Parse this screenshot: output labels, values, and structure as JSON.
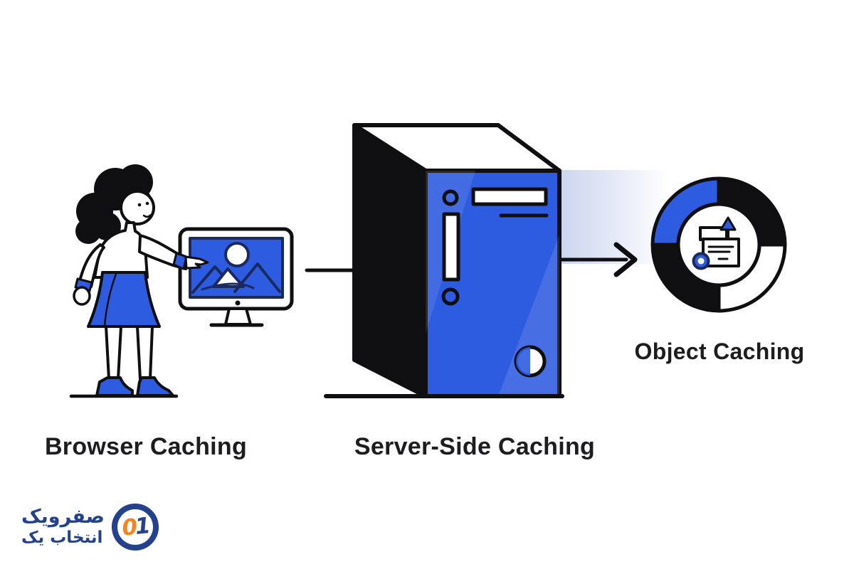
{
  "diagram": {
    "type": "flow",
    "direction": "left-to-right",
    "nodes": [
      {
        "id": "browser-caching",
        "label": "Browser Caching",
        "illustration": "woman-pointing-at-monitor-with-image"
      },
      {
        "id": "server-side-caching",
        "label": "Server-Side Caching",
        "illustration": "server-tower"
      },
      {
        "id": "object-caching",
        "label": "Object Caching",
        "illustration": "ring-with-document-upload-icon"
      }
    ],
    "edges": [
      {
        "from": "browser-caching",
        "to": "server-side-caching",
        "style": "plain-line"
      },
      {
        "from": "server-side-caching",
        "to": "object-caching",
        "style": "arrow"
      }
    ]
  },
  "logo": {
    "line1": "صفرویک",
    "line2": "انتخاب یک",
    "badge_zero": "0",
    "badge_one": "1"
  },
  "colors": {
    "blue": "#2e5ce0",
    "blue-light": "#4d79ef",
    "ink": "#0f0f12",
    "navy": "#1b2a5e",
    "text": "#1d1d1f",
    "logo-blue": "#24418e",
    "logo-orange": "#f5831f",
    "glow": "#c9d3ef"
  }
}
